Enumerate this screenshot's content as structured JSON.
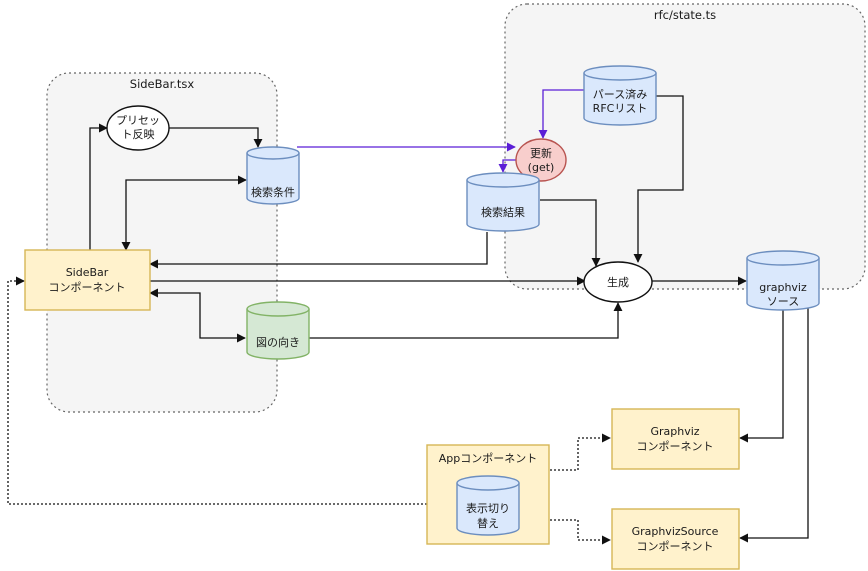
{
  "groups": {
    "state": {
      "label": "rfc/state.ts"
    },
    "sidebar": {
      "label": "SideBar.tsx"
    }
  },
  "nodes": {
    "parsed_list": {
      "lines": [
        "パース済み",
        "RFCリスト"
      ]
    },
    "update": {
      "lines": [
        "更新",
        "(get)"
      ]
    },
    "results": {
      "lines": [
        "検索結果"
      ]
    },
    "preset": {
      "lines": [
        "プリセッ",
        "ト反映"
      ]
    },
    "conditions": {
      "lines": [
        "検索条件"
      ]
    },
    "sidebar_component": {
      "lines": [
        "SideBar",
        "コンポーネント"
      ]
    },
    "direction": {
      "lines": [
        "図の向き"
      ]
    },
    "generate": {
      "lines": [
        "生成"
      ]
    },
    "graphviz_source": {
      "lines": [
        "graphviz",
        "ソース"
      ]
    },
    "graphviz_component": {
      "lines": [
        "Graphviz",
        "コンポーネント"
      ]
    },
    "graphvizsource_component": {
      "lines": [
        "GraphvizSource",
        "コンポーネント"
      ]
    },
    "app_component": {
      "lines": [
        "Appコンポーネント"
      ]
    },
    "toggle_display": {
      "lines": [
        "表示切り",
        "替え"
      ]
    }
  },
  "colors": {
    "group_fill": "#f5f5f5",
    "group_stroke": "#666666",
    "cylinder_blue": "#6c8ebf",
    "cylinder_blue_fill": "#dae8fc",
    "cylinder_green": "#82b366",
    "cylinder_green_fill": "#d5e8d4",
    "ellipse_red": "#b85450",
    "ellipse_red_fill": "#f8cecc",
    "yellow_stroke": "#d6b656",
    "yellow_fill": "#fff2cc",
    "edge_black": "#111111",
    "edge_purple": "#5b1fd6"
  }
}
